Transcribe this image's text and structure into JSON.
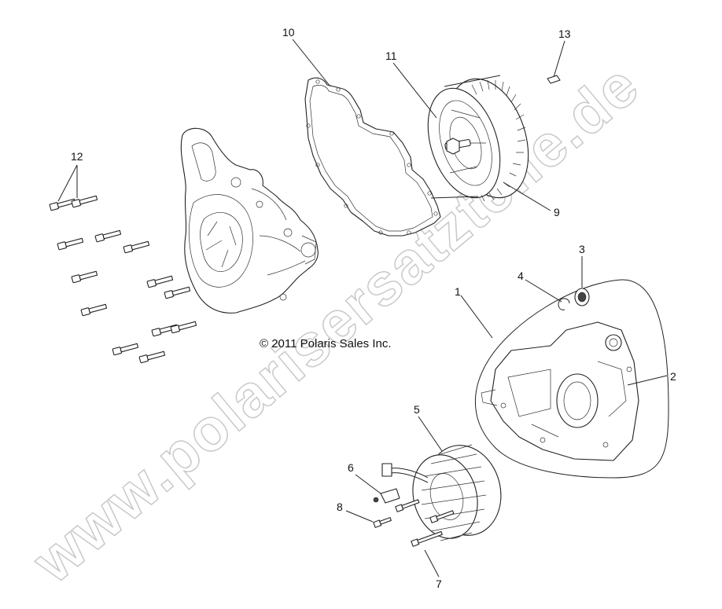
{
  "watermark": "www.polarisersatzteile.de",
  "copyright": "© 2011 Polaris Sales Inc.",
  "callouts": [
    "1",
    "2",
    "3",
    "4",
    "5",
    "6",
    "7",
    "8",
    "9",
    "10",
    "11",
    "12",
    "13"
  ],
  "parts": {
    "p1": "crankcase-assembly",
    "p2": "crankcase-half",
    "p3": "seal",
    "p4": "retaining-ring",
    "p5": "stator",
    "p6": "wire-clamp",
    "p7": "screw",
    "p8": "screw",
    "p9": "flywheel-teeth",
    "p10": "gasket",
    "p11": "flywheel",
    "p12": "cover-bolts",
    "p13": "key"
  }
}
